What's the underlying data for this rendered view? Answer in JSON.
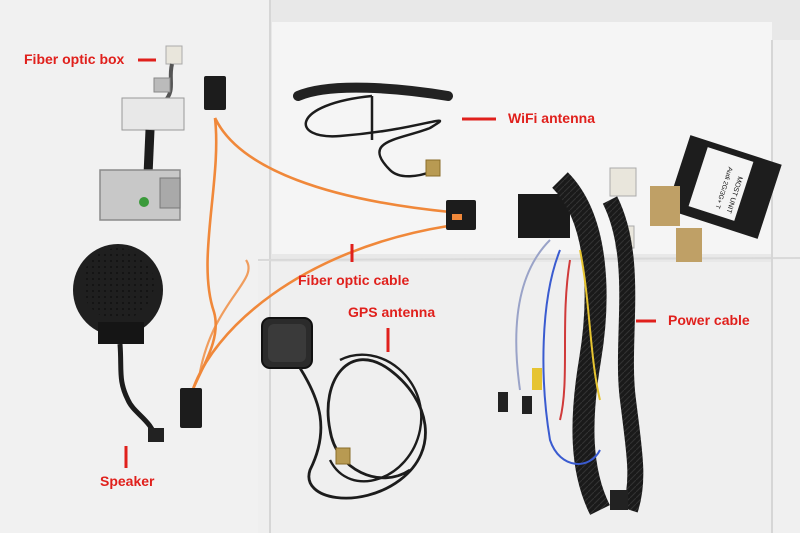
{
  "labels": {
    "fiber_optic_box": "Fiber optic box",
    "wifi_antenna": "WiFi antenna",
    "fiber_optic_cable": "Fiber optic cable",
    "gps_antenna": "GPS antenna",
    "power_cable": "Power cable",
    "speaker": "Speaker"
  },
  "product_print": {
    "line1": "MOST UNIT",
    "line2": "Audi 2G/3G+ T"
  },
  "colors": {
    "label_red": "#e0201c",
    "fiber_orange": "#f0883a",
    "foam_white": "#f3f3f3",
    "cable_black": "#1c1c1c"
  }
}
